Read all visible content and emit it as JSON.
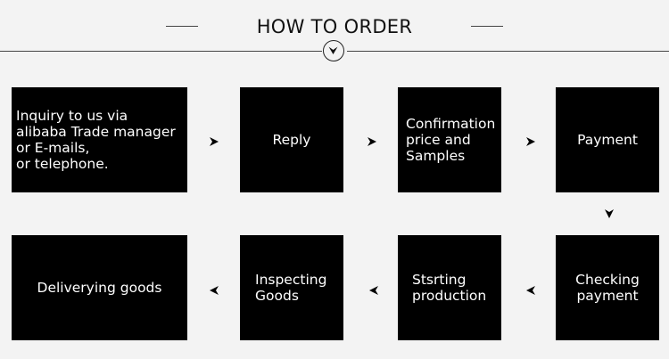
{
  "title": "HOW TO ORDER",
  "steps": [
    {
      "label": "Inquiry to us via\nalibaba Trade manager\nor E-mails,\nor telephone."
    },
    {
      "label": "Reply"
    },
    {
      "label": "Confirmation\nprice and\nSamples"
    },
    {
      "label": "Payment"
    },
    {
      "label": "Checking\npayment"
    },
    {
      "label": "Stsrting\nproduction"
    },
    {
      "label": "Inspecting\nGoods"
    },
    {
      "label": "Deliverying goods"
    }
  ],
  "icons": {
    "scroll_down": "chevron-down-circle-icon",
    "arrow_right": "triangle-right-icon",
    "arrow_down": "triangle-down-icon",
    "arrow_left": "triangle-left-icon"
  },
  "colors": {
    "background": "#f3f3f3",
    "box": "#000000",
    "box_text": "#ffffff"
  }
}
